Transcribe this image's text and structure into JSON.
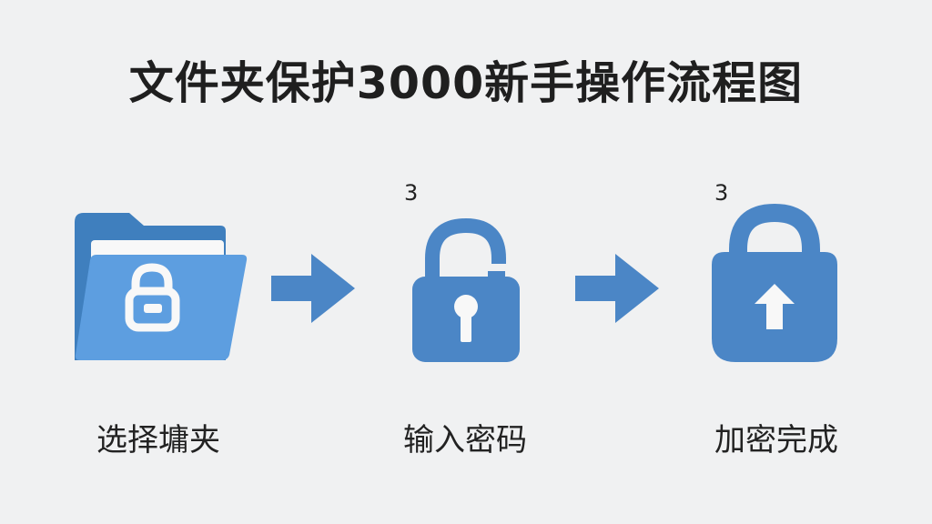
{
  "title": "文件夹保护3000新手操作流程图",
  "colors": {
    "primary_blue": "#4b86c6",
    "folder_back": "#3f7fbe",
    "folder_front": "#5d9ee0",
    "paper": "#f8f8f8",
    "background": "#f0f1f2"
  },
  "steps": [
    {
      "label": "选择墉夹",
      "icon": "folder-lock-icon"
    },
    {
      "number": "3",
      "label": "输入密码",
      "icon": "unlock-icon"
    },
    {
      "number": "3",
      "label": "加密完成",
      "icon": "lock-up-arrow-icon"
    }
  ],
  "connectors": [
    {
      "icon": "right-arrow-icon"
    },
    {
      "icon": "right-arrow-icon"
    }
  ]
}
